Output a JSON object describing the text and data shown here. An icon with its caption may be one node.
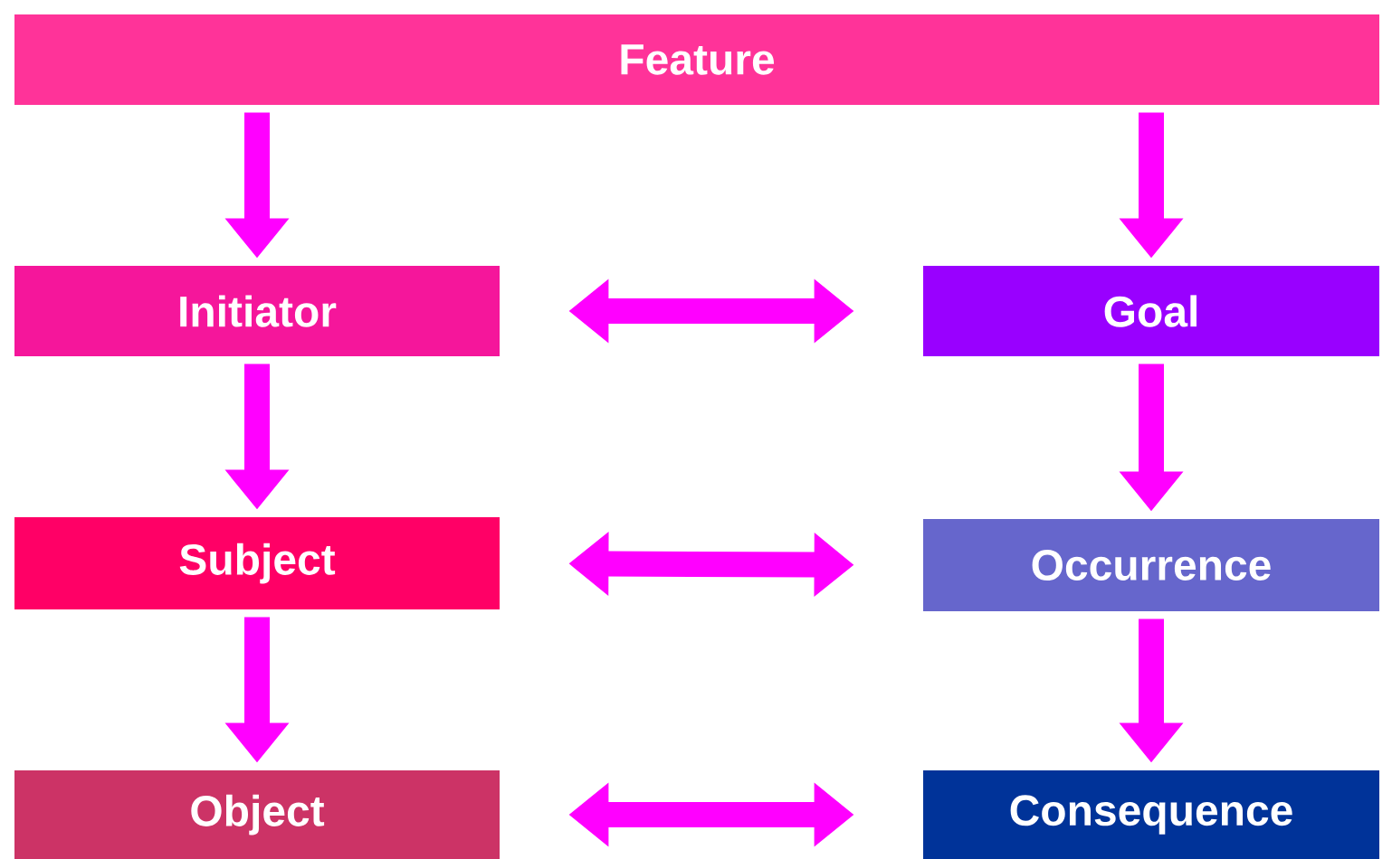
{
  "diagram": {
    "nodes": [
      {
        "text": [
          "Feature"
        ]
      },
      {
        "text": [
          "Initiator"
        ]
      },
      {
        "text": [
          "Goal"
        ]
      },
      {
        "text": [
          "Subject"
        ]
      },
      {
        "text": [
          "Occurrence"
        ]
      },
      {
        "text": [
          "Object"
        ]
      },
      {
        "text": [
          "Consequence"
        ]
      }
    ],
    "edges": [
      {
        "from": 0,
        "to": 1,
        "arrow": "to"
      },
      {
        "from": 0,
        "to": 2,
        "arrow": "to"
      },
      {
        "from": 1,
        "to": 2,
        "arrow": "both"
      },
      {
        "from": 1,
        "to": 3,
        "arrow": "to"
      },
      {
        "from": 2,
        "to": 4,
        "arrow": "to"
      },
      {
        "from": 3,
        "to": 4,
        "arrow": "both"
      },
      {
        "from": 3,
        "to": 5,
        "arrow": "to"
      },
      {
        "from": 4,
        "to": 6,
        "arrow": "to"
      },
      {
        "from": 5,
        "to": 6,
        "arrow": "both"
      }
    ]
  }
}
